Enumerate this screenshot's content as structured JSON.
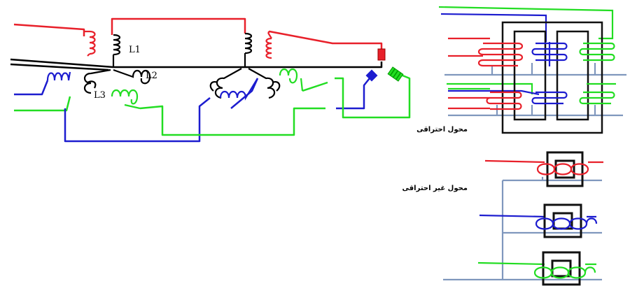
{
  "labels": {
    "l1": "L1",
    "l2": "L2",
    "l3": "L3",
    "core_type": "محول احتراقی",
    "shell_type": "محول غیر احتراقی"
  },
  "colors": {
    "red": "#e8202a",
    "blue": "#1c1ccf",
    "green": "#22dd22",
    "black": "#000000",
    "gray": "#7f97bd",
    "core": "#111111"
  }
}
